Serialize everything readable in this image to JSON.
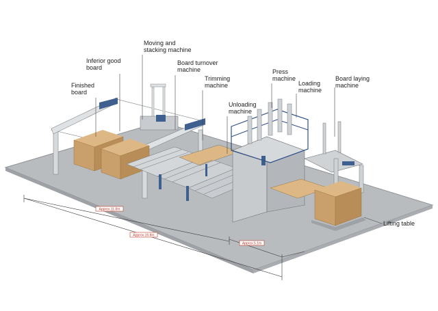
{
  "labels": {
    "finished_board": "Finished\nboard",
    "inferior_good_board": "Inferior good\nboard",
    "moving_stacking": "Moving and\nstacking machine",
    "board_turnover": "Board turnover\nmachine",
    "trimming": "Trimming\nmachine",
    "unloading": "Unloading\nmachine",
    "press": "Press\nmachine",
    "loading": "Loading\nmachine",
    "board_laying": "Board laying\nmachine",
    "lifting_table": "Lifting table"
  },
  "dimensions": {
    "d1": "Approx.11.8m",
    "d2": "Approx.16.8m",
    "d3": "Approx.5.1m"
  },
  "colors": {
    "floor": "#b9bcbf",
    "frame": "#cfd3d6",
    "blue": "#3f5f8f",
    "board": "#c9a06b",
    "dim_line": "#c0392b"
  }
}
